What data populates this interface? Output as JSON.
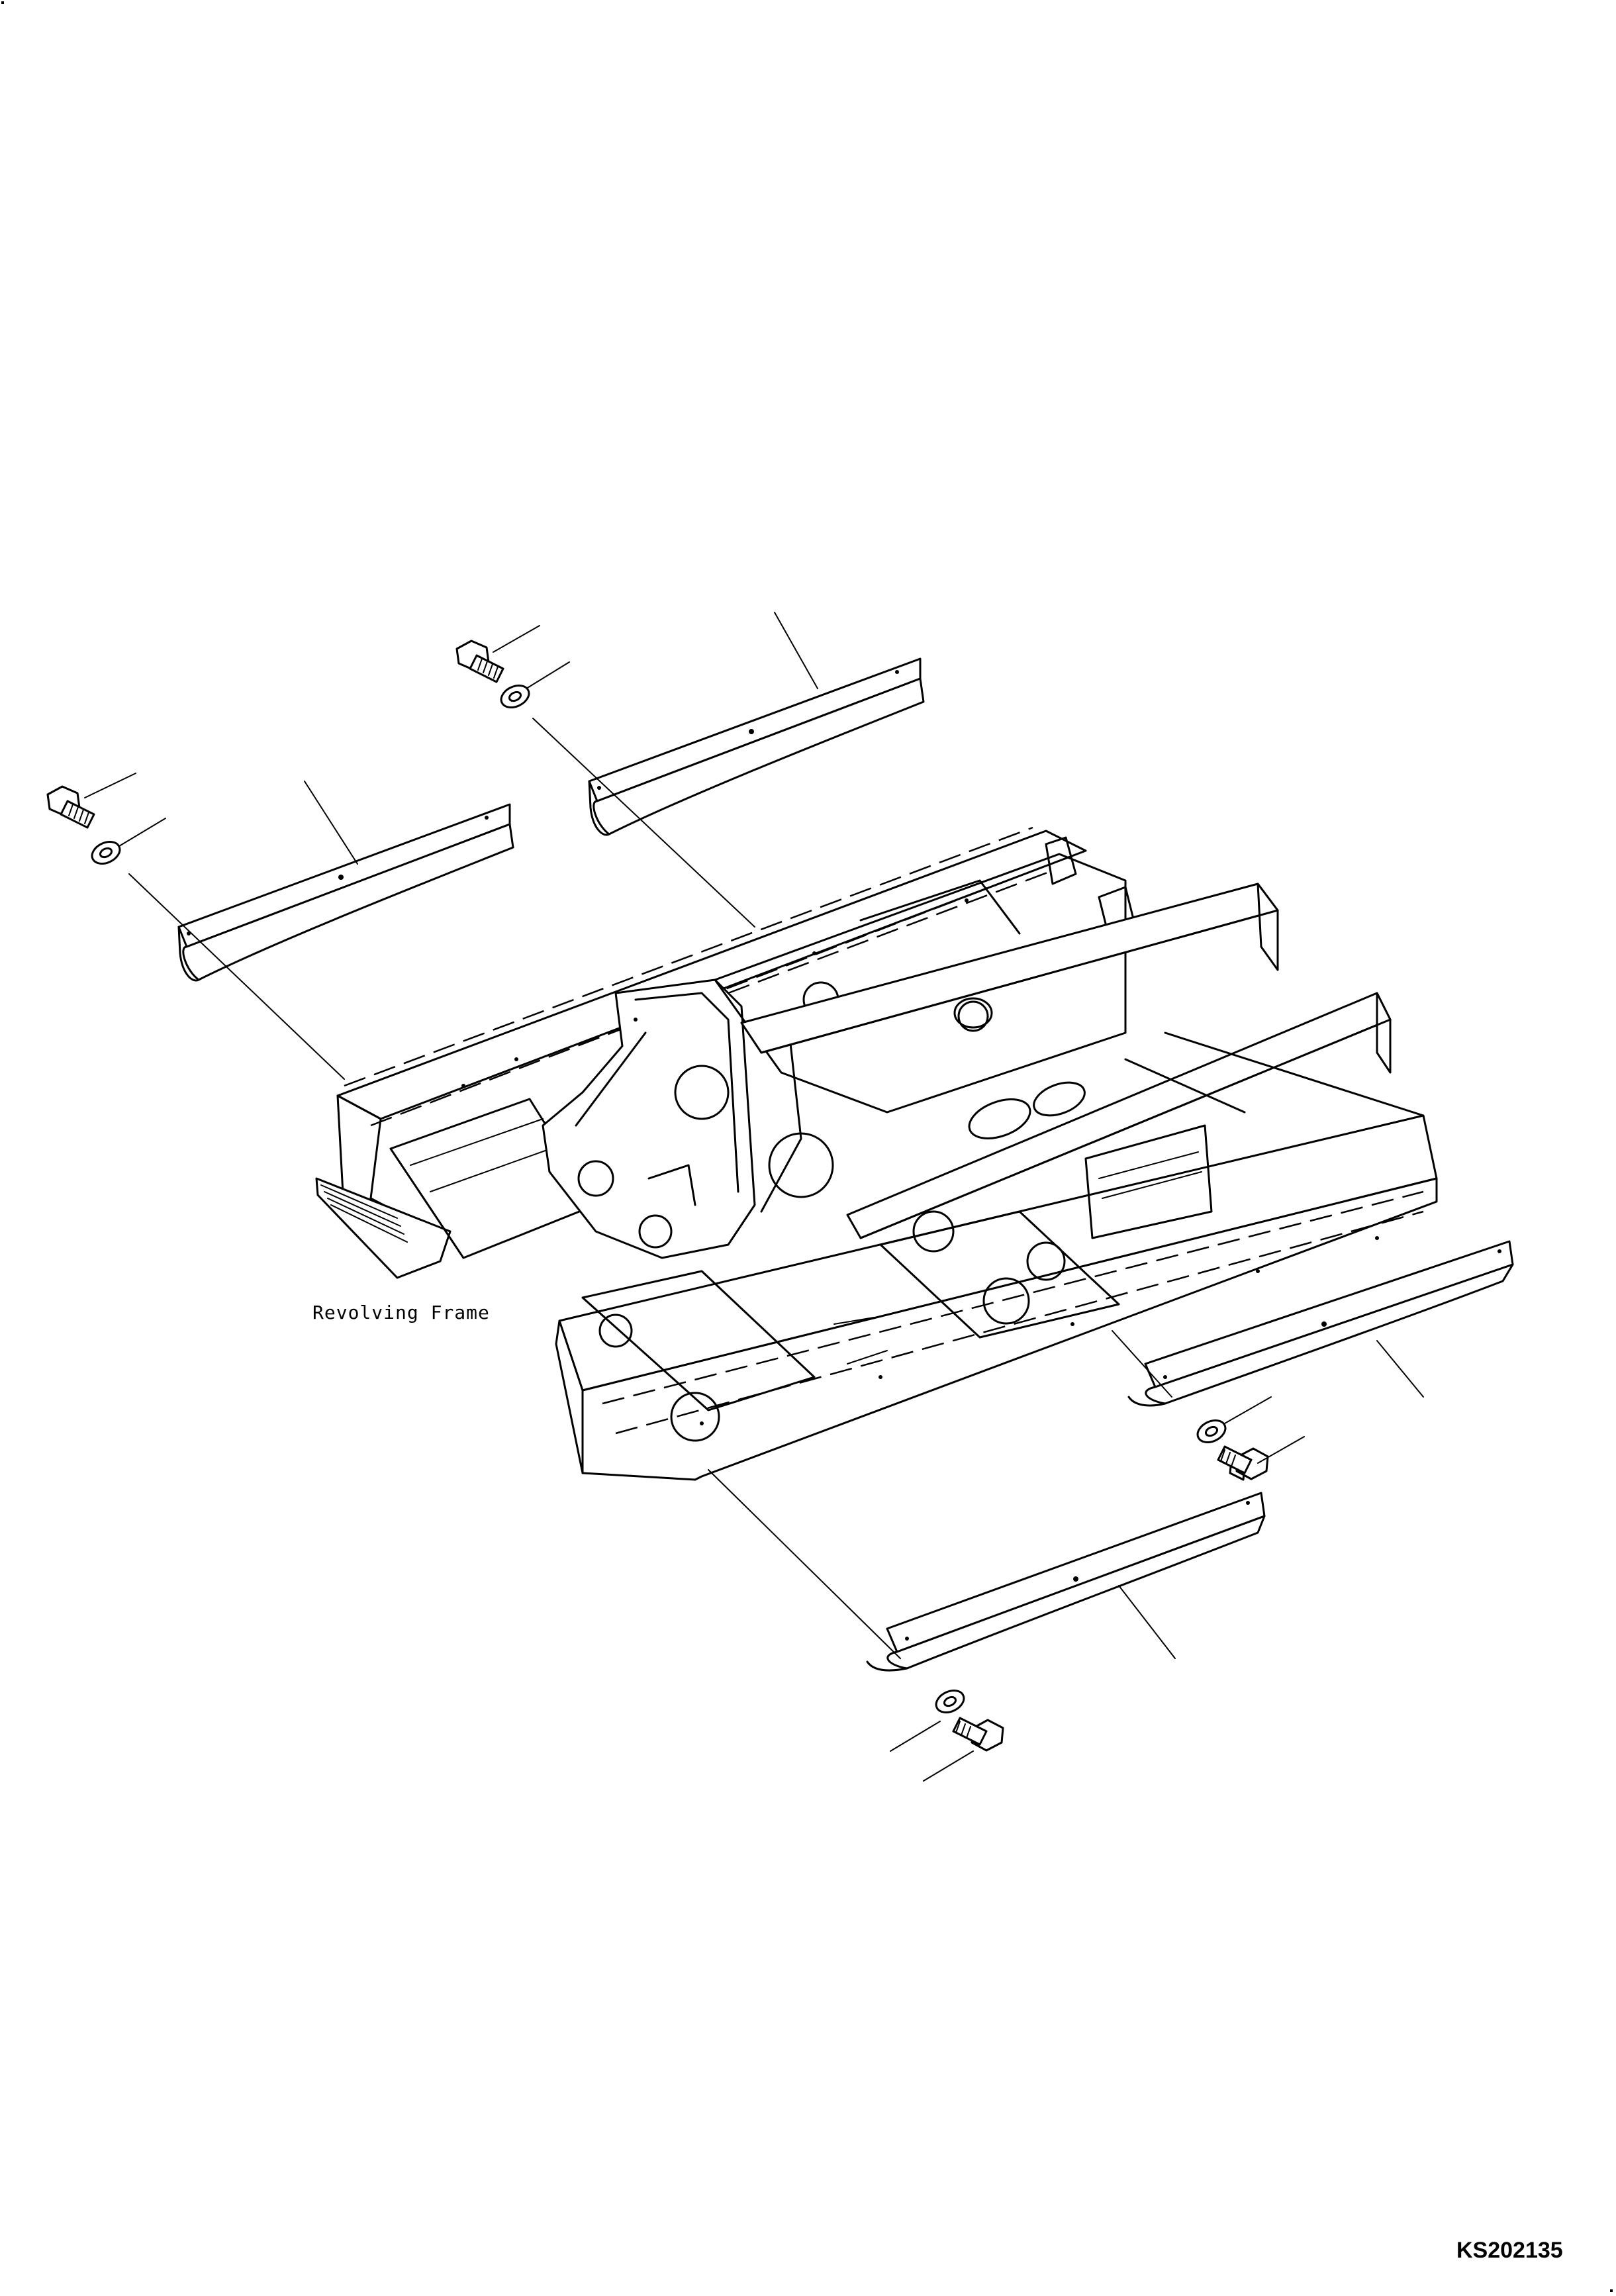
{
  "labels": {
    "assembly_name": "Revolving Frame",
    "drawing_code": "KS202135"
  },
  "drawing": {
    "parts": [
      "revolving-frame",
      "cover-rear-left",
      "cover-rear-right",
      "cover-front-right",
      "cover-front-bottom",
      "bolt",
      "washer"
    ]
  }
}
